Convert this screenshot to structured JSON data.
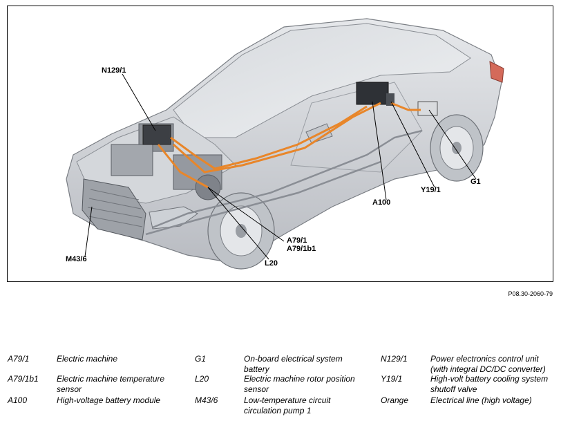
{
  "figure": {
    "reference": "P08.30-2060-79",
    "callouts": {
      "n129_1": "N129/1",
      "m43_6": "M43/6",
      "a79_1": "A79/1",
      "a79_1b1": "A79/1b1",
      "l20": "L20",
      "a100": "A100",
      "y19_1": "Y19/1",
      "g1": "G1"
    },
    "colors": {
      "hv_line": "#e8862a",
      "body": "#c9ccd1",
      "outline": "#6e7278"
    }
  },
  "legend": {
    "col1": [
      {
        "code": "A79/1",
        "desc": "Electric machine"
      },
      {
        "code": "A79/1b1",
        "desc": "Electric machine temperature sensor"
      },
      {
        "code": "A100",
        "desc": "High-voltage battery module"
      }
    ],
    "col2": [
      {
        "code": "G1",
        "desc": "On-board electrical system battery"
      },
      {
        "code": "L20",
        "desc": "Electric machine rotor position sensor"
      },
      {
        "code": "M43/6",
        "desc": "Low-temperature circuit circulation pump 1"
      }
    ],
    "col3": [
      {
        "code": "N129/1",
        "desc": "Power electronics control unit (with integral DC/DC converter)"
      },
      {
        "code": "Y19/1",
        "desc": "High-volt battery cooling system shutoff valve"
      },
      {
        "code": "Orange",
        "desc": "Electrical line (high voltage)"
      }
    ]
  }
}
